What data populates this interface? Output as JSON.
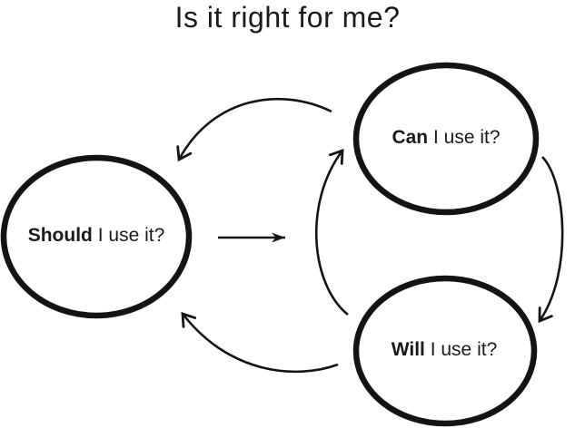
{
  "title": "Is it right for me?",
  "nodes": {
    "should": {
      "bold": "Should",
      "rest": " I use it?"
    },
    "can": {
      "bold": "Can",
      "rest": " I use it?"
    },
    "will": {
      "bold": "Will",
      "rest": " I use it?"
    }
  },
  "edges": [
    {
      "from": "can",
      "to": "should",
      "style": "curved-open-arrowhead"
    },
    {
      "from": "should",
      "to": "cycle",
      "style": "straight-solid-arrowhead"
    },
    {
      "from": "will",
      "to": "can",
      "style": "curved-open-arrowhead"
    },
    {
      "from": "can",
      "to": "will",
      "style": "curved-open-arrowhead"
    },
    {
      "from": "will",
      "to": "should",
      "style": "curved-open-arrowhead"
    }
  ],
  "colors": {
    "ink": "#141414",
    "background": "#ffffff"
  }
}
